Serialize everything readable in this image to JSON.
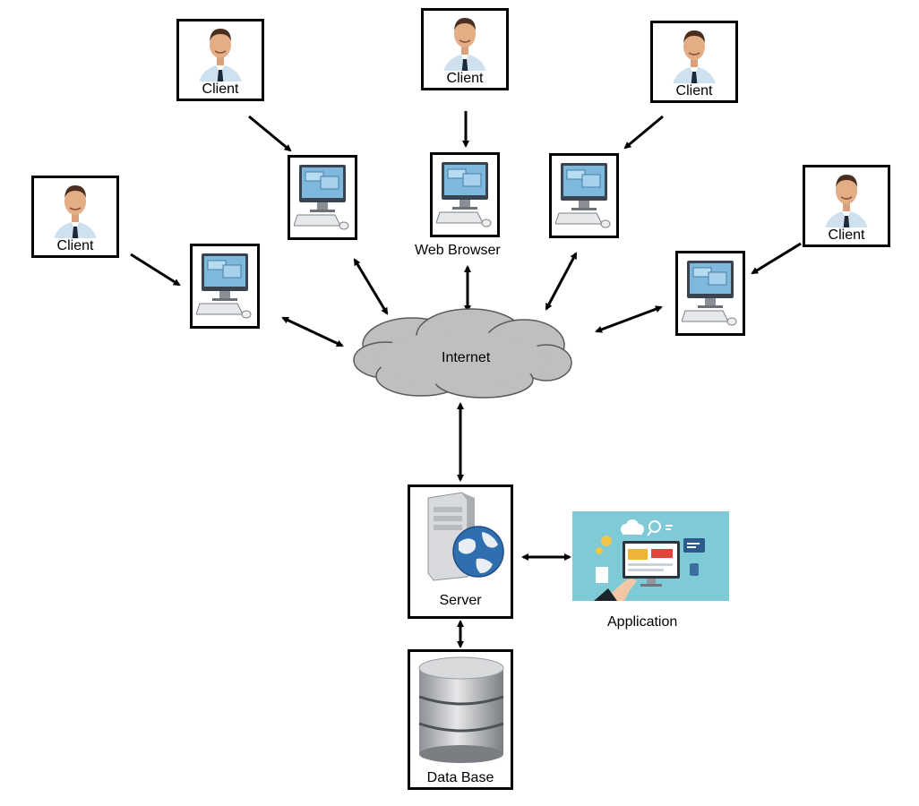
{
  "labels": {
    "client": "Client",
    "web_browser": "Web Browser",
    "internet": "Internet",
    "server": "Server",
    "application": "Application",
    "database": "Data Base"
  },
  "colors": {
    "cloud_fill": "#bfbfbf",
    "screen_blue": "#7fb8dd",
    "app_panel": "#7ecad6"
  }
}
